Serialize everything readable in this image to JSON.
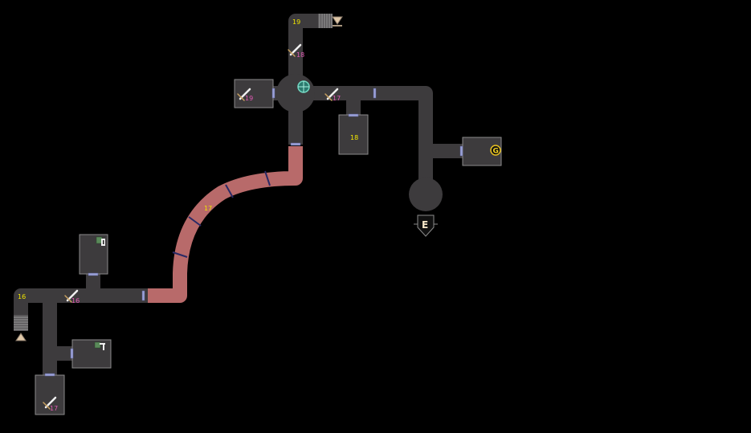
{
  "colors": {
    "background": "#000000",
    "corridor": "#3d3b3d",
    "room_border": "#8a8a8a",
    "hot_corridor": "#b86a6a",
    "door": "#9aa0d8",
    "level_text": "#f2e600",
    "enemy_level_text": "#e05ab4"
  },
  "map": {
    "corridor_labels": {
      "top_corridor": "19",
      "curved_corridor": "17",
      "left_corridor": "16"
    },
    "rooms": {
      "small_room_right_of_hub": "18"
    },
    "enemies": [
      {
        "icon": "sword-icon",
        "level": "18"
      },
      {
        "icon": "sword-icon",
        "level": "19"
      },
      {
        "icon": "sword-icon",
        "level": "17"
      },
      {
        "icon": "sword-icon",
        "level": "16"
      },
      {
        "icon": "sword-icon",
        "level": "17"
      }
    ],
    "markers": {
      "exit": "E",
      "gate": "G",
      "hub": "save-point-icon",
      "top_stairs": "stairs-down-icon",
      "left_stairs": "stairs-up-icon"
    }
  }
}
